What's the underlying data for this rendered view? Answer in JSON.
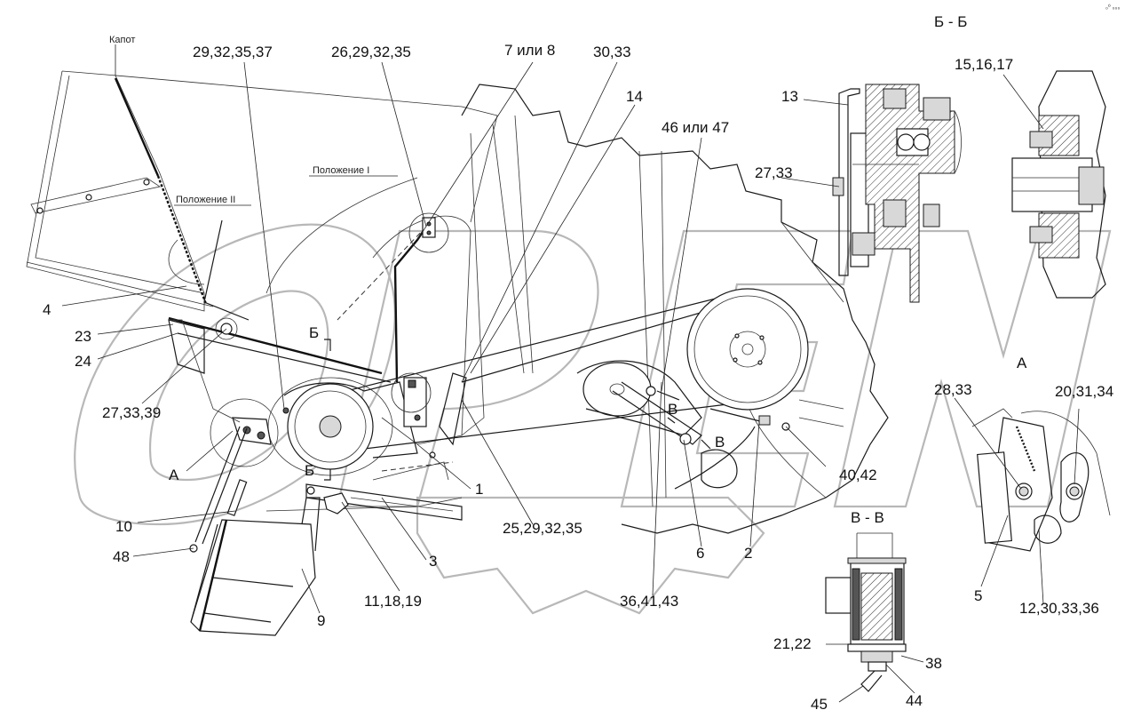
{
  "drawing": {
    "section_labels": {
      "bb": "Б - Б",
      "a": "А",
      "vv": "В - В"
    },
    "annotations": {
      "hood": "Капот",
      "position_1": "Положение I",
      "position_2": "Положение II",
      "cut_b": "Б",
      "cut_v": "В"
    },
    "callouts": {
      "c_29_32_35_37": "29,32,35,37",
      "c_26_29_32_35": "26,29,32,35",
      "c_7_or_8": "7 или 8",
      "c_30_33": "30,33",
      "c_14": "14",
      "c_46_or_47": "46 или 47",
      "c_13": "13",
      "c_15_16_17": "15,16,17",
      "c_27_33": "27,33",
      "c_4": "4",
      "c_23": "23",
      "c_24": "24",
      "c_27_33_39": "27,33,39",
      "c_A": "А",
      "c_10": "10",
      "c_48": "48",
      "c_9": "9",
      "c_11_18_19": "11,18,19",
      "c_3": "3",
      "c_1": "1",
      "c_25_29_32_35": "25,29,32,35",
      "c_36_41_43": "36,41,43",
      "c_6": "6",
      "c_2": "2",
      "c_40_42": "40,42",
      "c_28_33": "28,33",
      "c_20_31_34": "20,31,34",
      "c_5": "5",
      "c_12_30_33_36": "12,30,33,36",
      "c_21_22": "21,22",
      "c_38": "38",
      "c_45": "45",
      "c_44": "44"
    },
    "corner_mark": "₀⁰ ₀₀₀"
  }
}
